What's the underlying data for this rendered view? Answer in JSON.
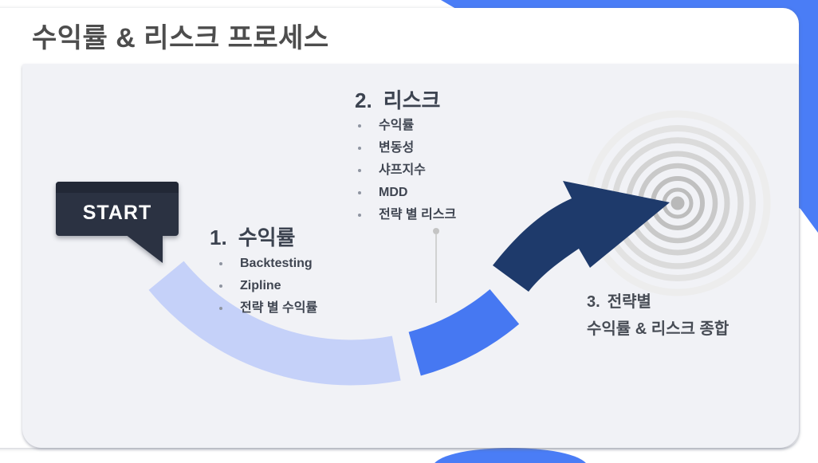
{
  "slide": {
    "title": "수익률 & 리스크 프로세스",
    "start_label": "START",
    "steps": [
      {
        "number": "1.",
        "heading": "수익률",
        "items": [
          "Backtesting",
          "Zipline",
          "전략 별 수익률"
        ]
      },
      {
        "number": "2.",
        "heading": "리스크",
        "items": [
          "수익률",
          "변동성",
          "샤프지수",
          "MDD",
          "전략 별 리스크"
        ]
      },
      {
        "number": "3.",
        "heading": "전략별",
        "subheading": "수익률 & 리스크 종합"
      }
    ],
    "colors": {
      "accent_blue": "#4a7df6",
      "swoosh_light": "#c5d1f9",
      "swoosh_mid": "#4678f2",
      "swoosh_navy": "#1e3a6b",
      "panel_bg": "#f1f2f6",
      "start_bubble": "#2b3242",
      "start_bubble_strip": "#222836",
      "title_text": "#4d4d4d",
      "body_text": "#3f4551",
      "target_gray": "#b9b9b9"
    }
  }
}
